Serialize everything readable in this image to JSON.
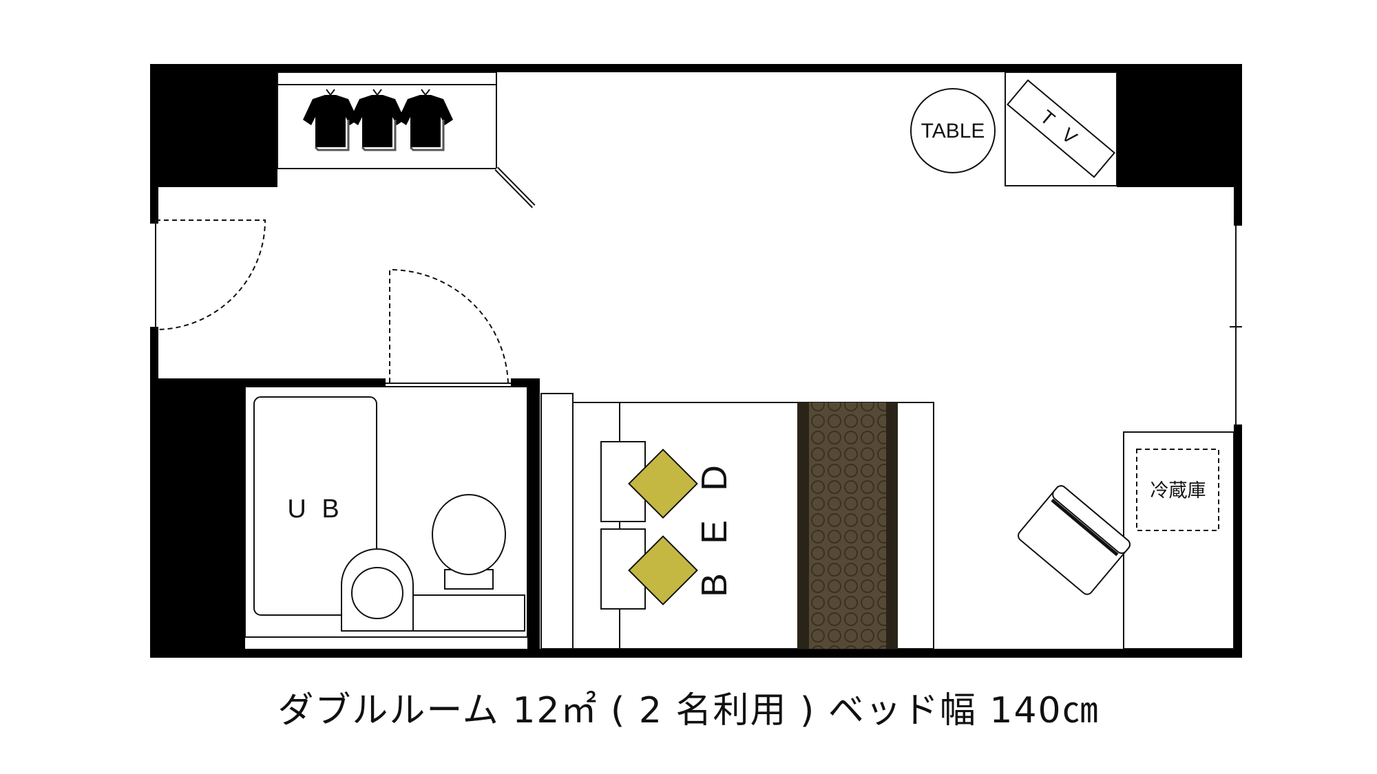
{
  "labels": {
    "table": "TABLE",
    "tv": "T V",
    "bath": "U B",
    "bed": "B E D",
    "fridge": "冷蔵庫"
  },
  "caption": {
    "room_type": "ダブルルーム",
    "area_value": "12",
    "area_unit": "㎡",
    "occupancy": "( 2 名利用 )",
    "bed_width_label": "ベッド幅",
    "bed_width_value": "140",
    "bed_width_unit": "㎝"
  },
  "colors": {
    "wall": "#000000",
    "pillow": "#c4b843",
    "bed_runner": "#564a37",
    "bed_runner_pattern": "#3d3323",
    "line": "#111111"
  },
  "icons": {
    "hangers": "clothes-hanger-icon",
    "door_swing": "door-swing-arc"
  }
}
